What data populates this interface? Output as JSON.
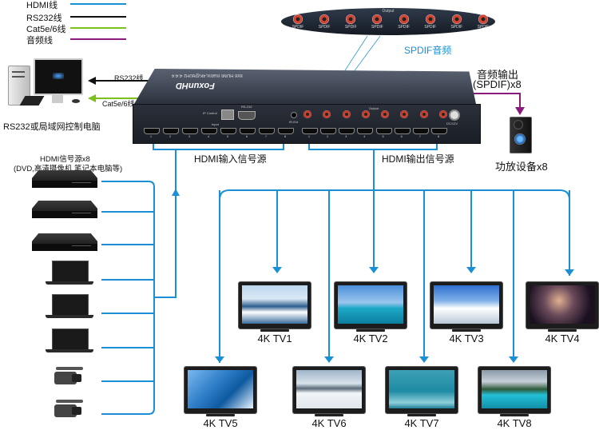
{
  "legend": [
    {
      "label": "HDMI线",
      "color": "#1a8fd4"
    },
    {
      "label": "RS232线",
      "color": "#111111"
    },
    {
      "label": "Cat5e/6线",
      "color": "#7ac11a"
    },
    {
      "label": "音频线",
      "color": "#8b1a7d"
    }
  ],
  "spdif_panel": {
    "header": "Output",
    "port_label": "SPDIF",
    "port_count": 8,
    "caption": "SPDIF音频"
  },
  "pc": {
    "caption": "RS232或局域网控制电脑",
    "rs232_label": "RS232线",
    "cat_label": "Cat5e/6线"
  },
  "matrix": {
    "brand": "FoxunHD",
    "model": "8x8 HDMI matrix,4K@60Hz 4:4:4",
    "ip_control": "IP Control",
    "rs232": "RS-232",
    "ir_ext": "IR-Ext",
    "input_header": "Input",
    "output_header": "Output",
    "dc": "DC/12V",
    "input_ports": [
      "1",
      "2",
      "3",
      "4",
      "5",
      "6",
      "7",
      "8"
    ],
    "output_ports": [
      "1",
      "2",
      "3",
      "4",
      "5",
      "6",
      "7",
      "8"
    ]
  },
  "audio_out": {
    "line1": "音频输出",
    "line2": "(SPDIF)x8",
    "device_caption": "功放设备x8"
  },
  "sources": {
    "title1": "HDMI信号源x8",
    "title2": "(DVD,高清摄像机,笔记本电脑等)",
    "items": [
      "dvd",
      "dvd",
      "dvd",
      "laptop",
      "laptop",
      "laptop",
      "camcorder",
      "camcorder"
    ]
  },
  "captions": {
    "hdmi_in": "HDMI输入信号源",
    "hdmi_out": "HDMI输出信号源"
  },
  "tvs": [
    {
      "label": "4K TV1",
      "scene": "windsurf"
    },
    {
      "label": "4K TV2",
      "scene": "dolphin"
    },
    {
      "label": "4K TV3",
      "scene": "skier"
    },
    {
      "label": "4K TV4",
      "scene": "portrait"
    },
    {
      "label": "4K TV5",
      "scene": "wave"
    },
    {
      "label": "4K TV6",
      "scene": "snowfield"
    },
    {
      "label": "4K TV7",
      "scene": "seabird"
    },
    {
      "label": "4K TV8",
      "scene": "lake"
    }
  ]
}
